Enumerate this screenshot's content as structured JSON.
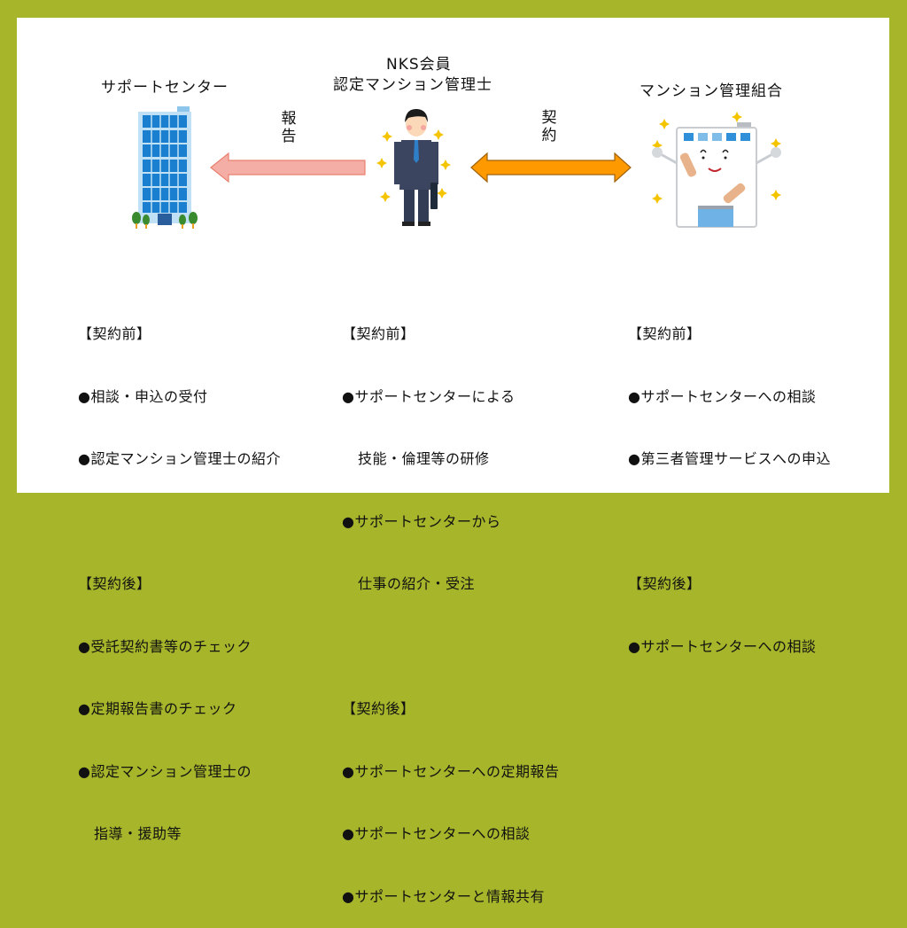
{
  "colors": {
    "border": "#a6b52a",
    "report_arrow": "#f5aea6",
    "report_arrow_stroke": "#e8806f",
    "contract_arrow": "#ff9900",
    "contract_arrow_stroke": "#a0620a"
  },
  "nodes": {
    "support_center": {
      "title": "サポートセンター",
      "icon": "office-building-icon"
    },
    "manager": {
      "title_line1": "NKS会員",
      "title_line2": "認定マンション管理士",
      "icon": "businessman-icon"
    },
    "association": {
      "title": "マンション管理組合",
      "icon": "condominium-character-icon"
    }
  },
  "arrows": {
    "report": {
      "label_line1": "報",
      "label_line2": "告",
      "direction": "left"
    },
    "contract": {
      "label_line1": "契",
      "label_line2": "約",
      "direction": "both"
    }
  },
  "columns": {
    "support_center": {
      "before_heading": "【契約前】",
      "before_items": [
        "●相談・申込の受付",
        "●認定マンション管理士の紹介"
      ],
      "after_heading": "【契約後】",
      "after_items": [
        "●受託契約書等のチェック",
        "●定期報告書のチェック",
        "●認定マンション管理士の",
        "指導・援助等"
      ]
    },
    "manager": {
      "before_heading": "【契約前】",
      "before_items": [
        "●サポートセンターによる",
        "技能・倫理等の研修",
        "●サポートセンターから",
        "仕事の紹介・受注"
      ],
      "after_heading": "【契約後】",
      "after_items": [
        "●サポートセンターへの定期報告",
        "●サポートセンターへの相談",
        "●サポートセンターと情報共有"
      ]
    },
    "association": {
      "before_heading": "【契約前】",
      "before_items": [
        "●サポートセンターへの相談",
        "●第三者管理サービスへの申込"
      ],
      "after_heading": "【契約後】",
      "after_items": [
        "●サポートセンターへの相談"
      ]
    }
  }
}
